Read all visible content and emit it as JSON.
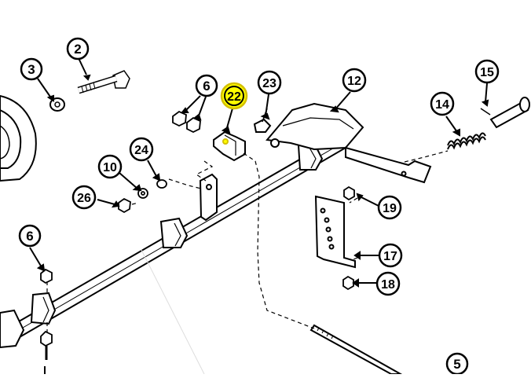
{
  "callouts": [
    {
      "id": "c2",
      "label": "2"
    },
    {
      "id": "c3",
      "label": "3"
    },
    {
      "id": "c6a",
      "label": "6"
    },
    {
      "id": "c22",
      "label": "22",
      "highlight": true
    },
    {
      "id": "c23",
      "label": "23"
    },
    {
      "id": "c12",
      "label": "12"
    },
    {
      "id": "c15",
      "label": "15"
    },
    {
      "id": "c14",
      "label": "14"
    },
    {
      "id": "c24",
      "label": "24"
    },
    {
      "id": "c10",
      "label": "10"
    },
    {
      "id": "c26",
      "label": "26"
    },
    {
      "id": "c6b",
      "label": "6"
    },
    {
      "id": "c19",
      "label": "19"
    },
    {
      "id": "c17",
      "label": "17"
    },
    {
      "id": "c18",
      "label": "18"
    },
    {
      "id": "c5",
      "label": "5"
    }
  ],
  "colors": {
    "line": "#000000",
    "highlight_fill": "#ffff00",
    "highlight_stroke": "#d4c000",
    "paper": "#ffffff"
  }
}
